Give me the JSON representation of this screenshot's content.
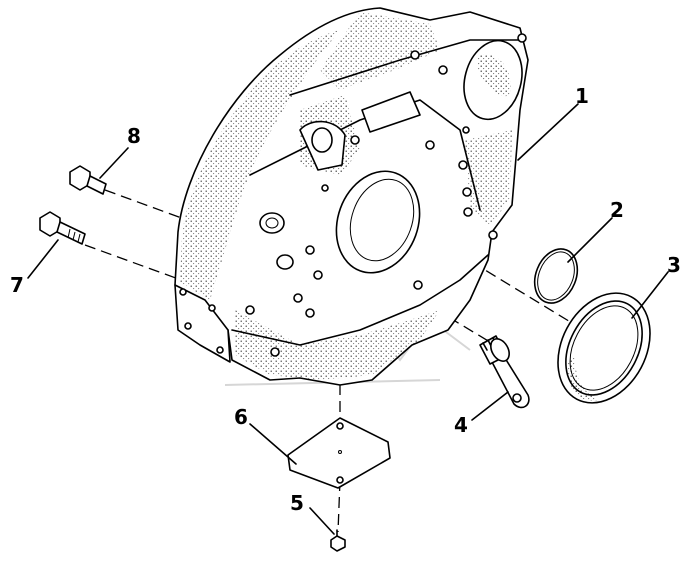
{
  "diagram": {
    "type": "exploded parts diagram",
    "callouts": [
      {
        "number": "1",
        "part": "flywheel-housing"
      },
      {
        "number": "2",
        "part": "o-ring"
      },
      {
        "number": "3",
        "part": "rear-oil-seal"
      },
      {
        "number": "4",
        "part": "timing-pin-plug"
      },
      {
        "number": "5",
        "part": "screw"
      },
      {
        "number": "6",
        "part": "cover-plate"
      },
      {
        "number": "7",
        "part": "long-bolt"
      },
      {
        "number": "8",
        "part": "short-bolt"
      }
    ]
  }
}
